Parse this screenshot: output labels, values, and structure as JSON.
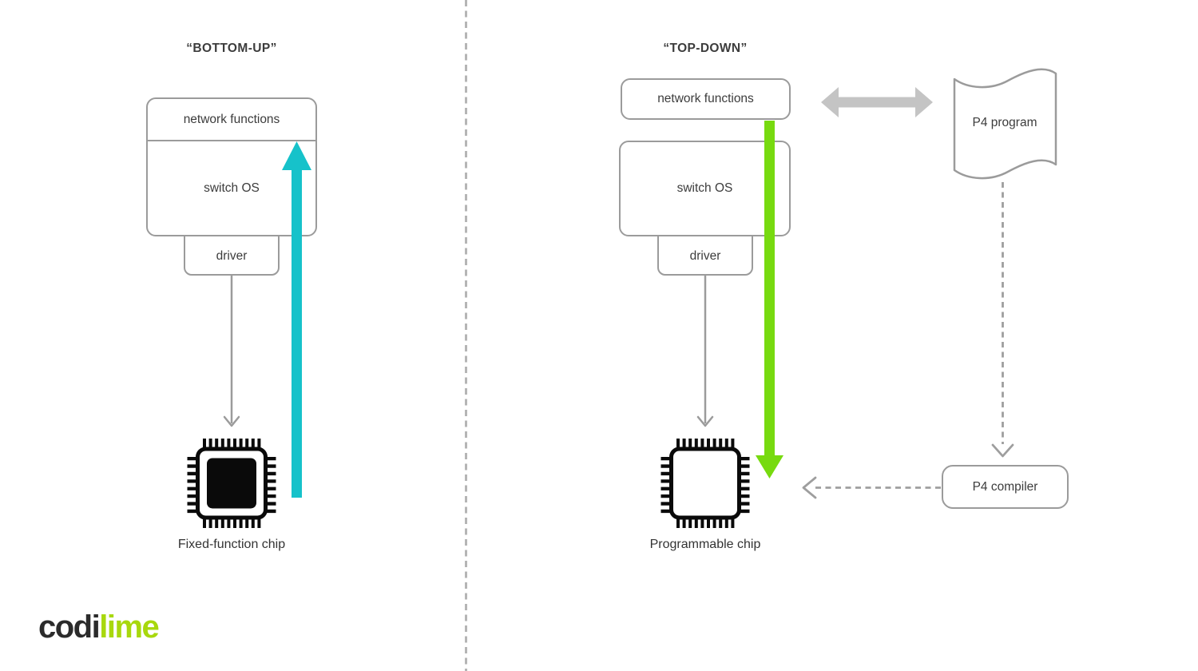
{
  "left": {
    "title": "“BOTTOM-UP”",
    "network_functions_label": "network functions",
    "switch_os_label": "switch OS",
    "driver_label": "driver",
    "chip_label": "Fixed-function chip"
  },
  "right": {
    "title": "“TOP-DOWN”",
    "network_functions_label": "network functions",
    "switch_os_label": "switch OS",
    "driver_label": "driver",
    "chip_label": "Programmable chip",
    "p4_program_label": "P4 program",
    "p4_compiler_label": "P4 compiler"
  },
  "logo": {
    "dark_text": "codi",
    "green_text": "lime",
    "dark_color": "#2b2b2b",
    "green_color": "#a8d80d"
  },
  "colors": {
    "bottom_up_arrow": "#16c2ca",
    "top_down_arrow": "#77da0f",
    "box_border": "#9b9b9b",
    "connector_gray": "#9b9b9b",
    "dashed_gray": "#9e9e9e",
    "double_arrow_gray": "#c4c4c4",
    "divider_gray": "#b5b5b5",
    "chip_black": "#0a0a0a",
    "text": "#3c3c3c",
    "background": "#ffffff"
  }
}
